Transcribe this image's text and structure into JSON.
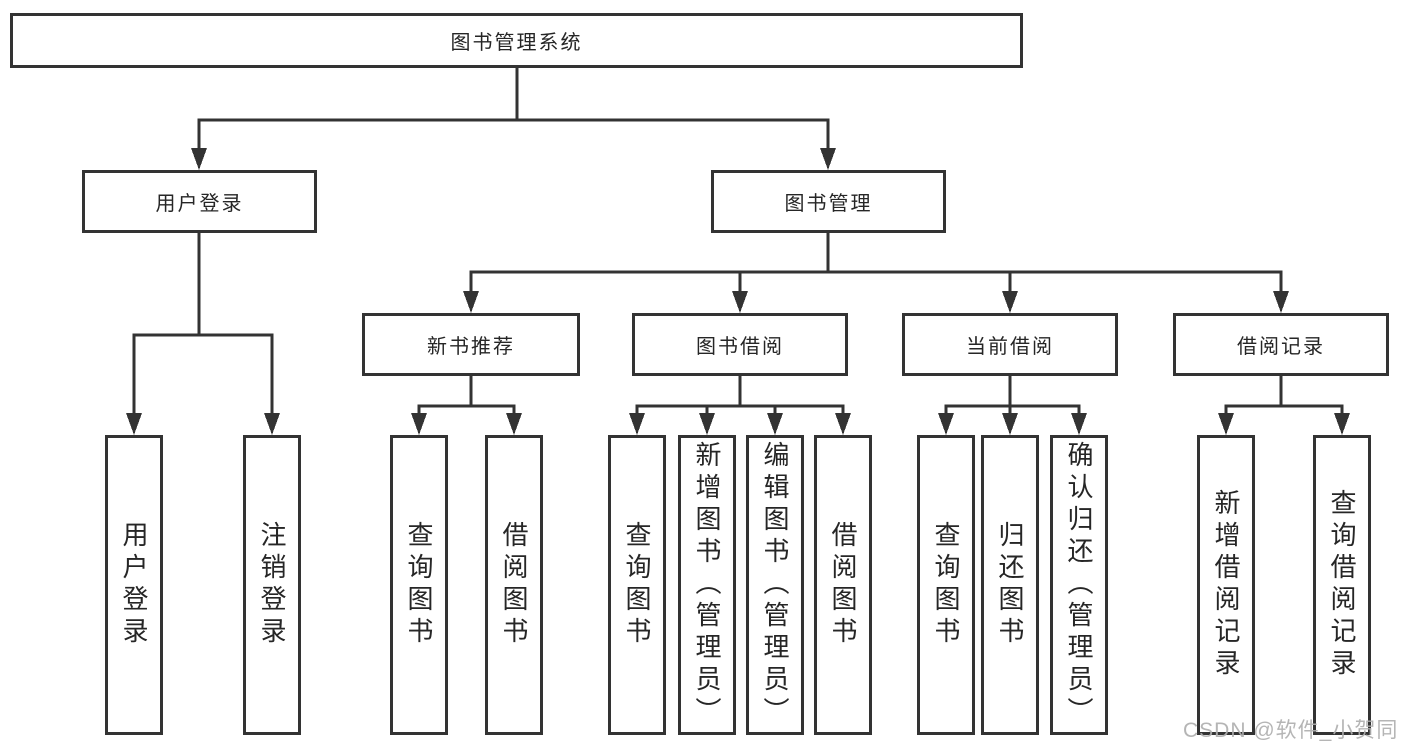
{
  "diagram": {
    "root": {
      "label": "图书管理系统"
    },
    "level2": [
      {
        "label": "用户登录"
      },
      {
        "label": "图书管理"
      }
    ],
    "level3": [
      {
        "label": "新书推荐"
      },
      {
        "label": "图书借阅"
      },
      {
        "label": "当前借阅"
      },
      {
        "label": "借阅记录"
      }
    ],
    "leaves": [
      {
        "label": "用户登录"
      },
      {
        "label": "注销登录"
      },
      {
        "label": "查询图书"
      },
      {
        "label": "借阅图书"
      },
      {
        "label": "查询图书"
      },
      {
        "label": "新增图书（管理员）"
      },
      {
        "label": "编辑图书（管理员）"
      },
      {
        "label": "借阅图书"
      },
      {
        "label": "查询图书"
      },
      {
        "label": "归还图书"
      },
      {
        "label": "确认归还（管理员）"
      },
      {
        "label": "新增借阅记录"
      },
      {
        "label": "查询借阅记录"
      }
    ]
  },
  "watermark": {
    "text": "CSDN @软件_小贺同学"
  },
  "colors": {
    "line": "#333333",
    "text": "#262626",
    "box_background": "#ffffff",
    "watermark": "#afafaf"
  }
}
